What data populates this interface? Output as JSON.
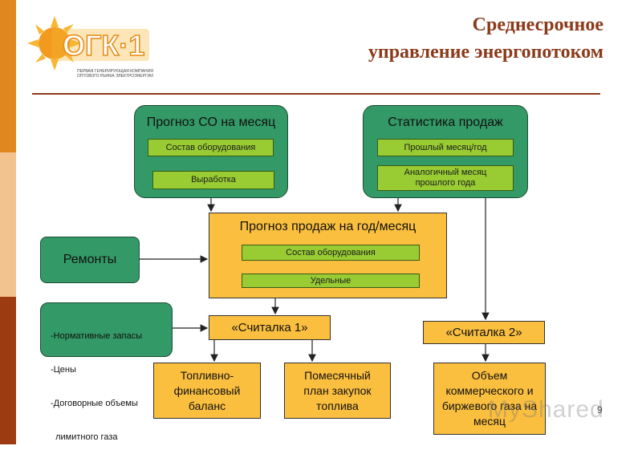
{
  "title": {
    "line1": "Среднесрочное",
    "line2": "управление энергопотоком"
  },
  "logo": {
    "brand": "ОГК·1",
    "tagline": "ПЕРВАЯ ГЕНЕРИРУЮЩАЯ КОМПАНИЯ ОПТОВОГО РЫНКА ЭЛЕКТРОЭНЕРГИИ"
  },
  "boxes": {
    "forecast_so": {
      "title": "Прогноз СО на месяц",
      "items": [
        "Состав оборудования",
        "Выработка"
      ]
    },
    "sales_stats": {
      "title": "Статистика продаж",
      "items": [
        "Прошлый месяц/год",
        "Аналогичный месяц прошлого года"
      ]
    },
    "sales_forecast": {
      "title": "Прогноз продаж на год/месяц",
      "items": [
        "Состав оборудования",
        "Удельные"
      ]
    },
    "repairs": {
      "label": "Ремонты"
    },
    "norms": {
      "lines": [
        "-Нормативные запасы",
        "-Цены",
        "-Договорные объемы",
        "  лимитного газа"
      ]
    },
    "calc1": {
      "label": "«Считалка 1»"
    },
    "calc2": {
      "label": "«Считалка 2»"
    },
    "fuel_balance": {
      "label": "Топливно-финансовый баланс"
    },
    "monthly_plan": {
      "label": "Помесячный план закупок топлива"
    },
    "gas_volume": {
      "label": "Объем коммерческого и биржевого газа на месяц"
    }
  },
  "watermark": "MyShared",
  "page_number": "9"
}
